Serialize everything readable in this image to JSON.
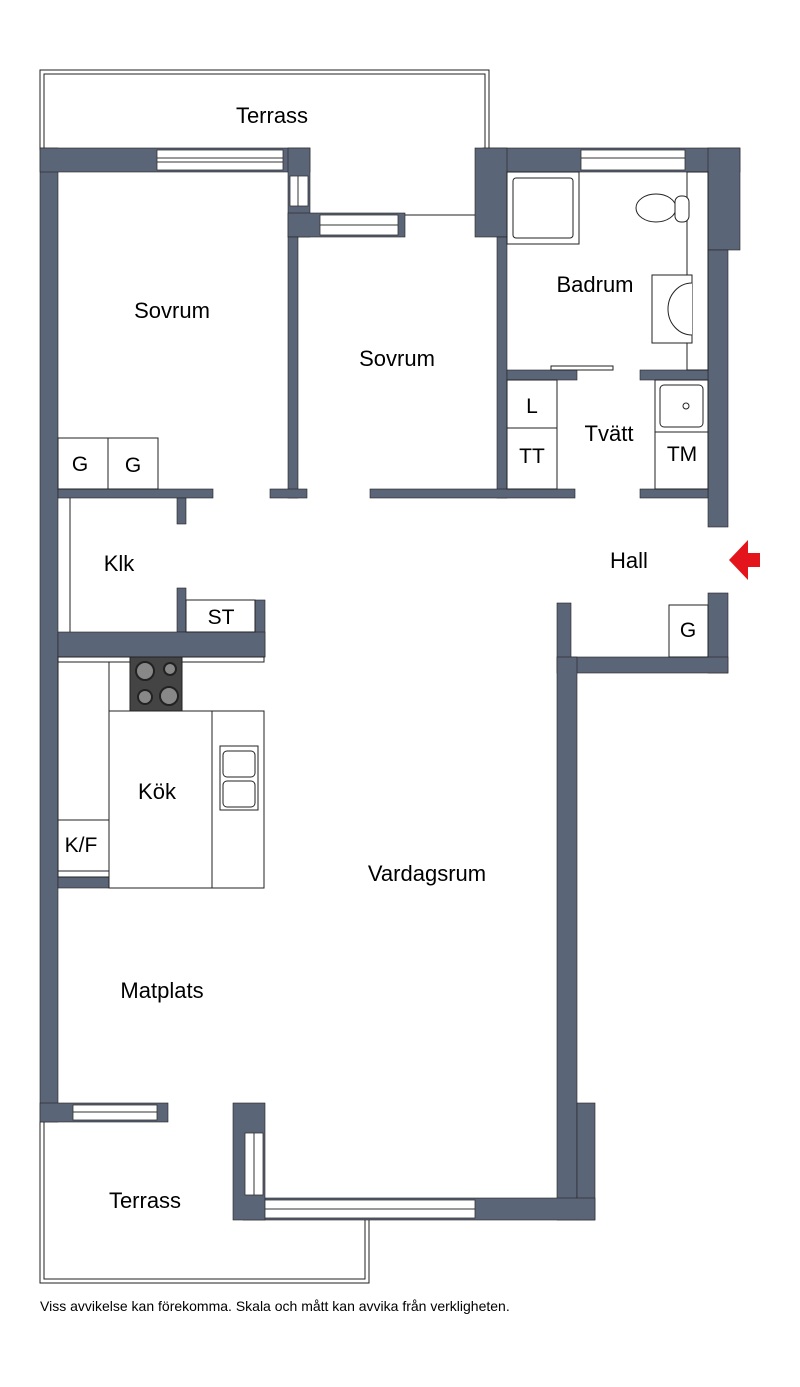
{
  "colors": {
    "wall": "#5b6578",
    "entrance_arrow": "#e3141b"
  },
  "rooms": {
    "terrace_top": "Terrass",
    "bedroom_1": "Sovrum",
    "bedroom_2": "Sovrum",
    "bathroom": "Badrum",
    "laundry": "Tvätt",
    "hall": "Hall",
    "walk_in_closet": "Klk",
    "kitchen": "Kök",
    "living_room": "Vardagsrum",
    "dining": "Matplats",
    "terrace_bottom": "Terrass"
  },
  "fixtures": {
    "wardrobe_1": "G",
    "wardrobe_2": "G",
    "wardrobe_hall": "G",
    "linen": "L",
    "dryer": "TT",
    "washer": "TM",
    "storage": "ST",
    "fridge_freezer": "K/F"
  },
  "footer_note": "Viss avvikelse kan förekomma. Skala och mått kan avvika från verkligheten."
}
